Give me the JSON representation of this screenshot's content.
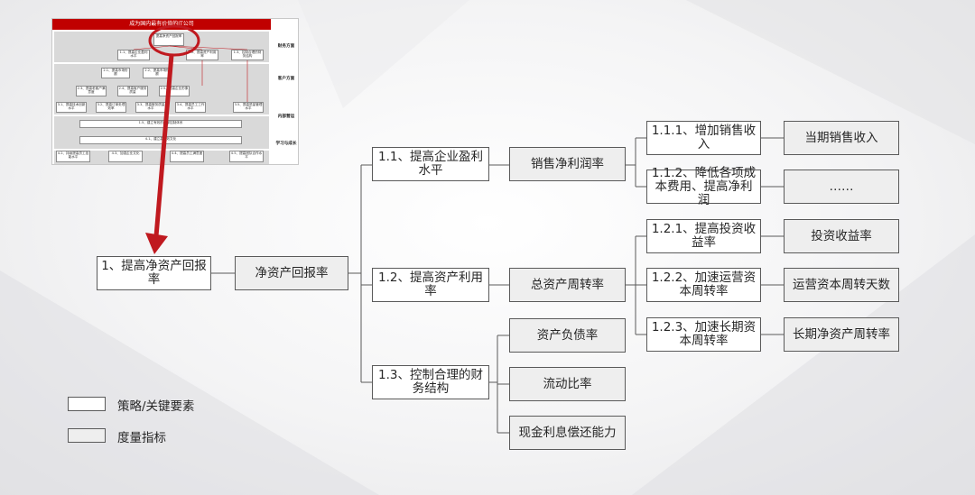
{
  "thumbnail": {
    "title": "成为国内最有价值的IT公司",
    "perspectives": [
      "财务方面",
      "客户方面",
      "内部营运",
      "学习与成长"
    ],
    "highlight_box": "提高净资产回报率",
    "boxes": [
      "1.1、提高企业盈利水平",
      "1.2、提高资产利用率",
      "1.3、控制合理的财务结构",
      "2.1、提高市场份额",
      "2.2、提高市场份额",
      "2.3、提高老客户满意度",
      "2.4、提高客户服务质量",
      "2.5、提高企业形象",
      "3.1、提高技术创新水平",
      "3.2、提高订单处理效率",
      "3.3、提高服务质量水平",
      "3.4、提高员工工作水平",
      "3.5、提高质量管理水平",
      "1.5、建立有效的内部控制体系",
      "4.1、建立高绩效文化",
      "4.2、持续提高员工技能水平",
      "4.3、加强企业文化",
      "4.4、提高员工满意度",
      "4.5、提高团队合作水平"
    ]
  },
  "nodes": {
    "root": "1、提高净资产回报率",
    "roe": "净资产回报率",
    "s11": "1.1、提高企业盈利水平",
    "s12": "1.2、提高资产利用率",
    "s13": "1.3、控制合理的财务结构",
    "m_net_margin": "销售净利润率",
    "m_asset_turnover": "总资产周转率",
    "m_debt_ratio": "资产负债率",
    "m_current_ratio": "流动比率",
    "m_interest_coverage": "现金利息偿还能力",
    "s111": "1.1.1、增加销售收入",
    "s112": "1.1.2、降低各项成本费用、提高净利润",
    "s121": "1.2.1、提高投资收益率",
    "s122": "1.2.2、加速运营资本周转率",
    "s123": "1.2.3、加速长期资本周转率",
    "m_sales_revenue": "当期销售收入",
    "m_ellipsis": "……",
    "m_investment_return": "投资收益率",
    "m_wc_turnover_days": "运营资本周转天数",
    "m_long_term_turnover": "长期净资产周转率"
  },
  "legend": {
    "strategy": "策略/关键要素",
    "metric": "度量指标"
  },
  "colors": {
    "arrow": "#c0191f",
    "line": "#5a5a5a",
    "metric_fill": "#eeeeee",
    "strategy_fill": "#ffffff"
  }
}
